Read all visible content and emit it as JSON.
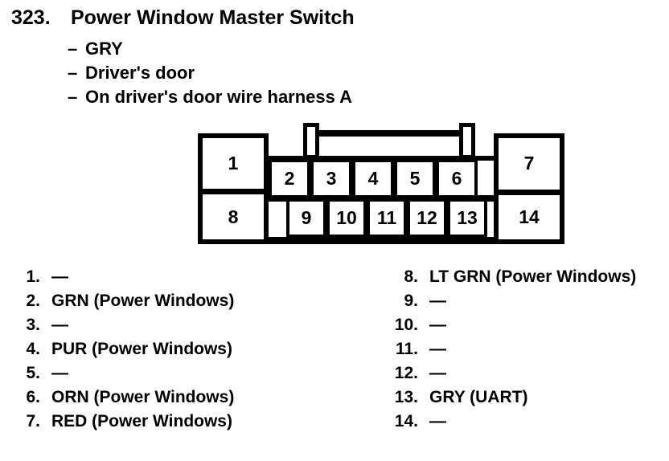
{
  "colors": {
    "ink": "#000000",
    "paper": "#ffffff"
  },
  "header": {
    "section_number": "323.",
    "title": "Power Window Master Switch"
  },
  "bullet_char": "–",
  "details": [
    "GRY",
    "Driver's door",
    "On driver's door wire harness A"
  ],
  "connector": {
    "description": "14-pin connector, front view, with top latch",
    "pins": [
      "1",
      "2",
      "3",
      "4",
      "5",
      "6",
      "7",
      "8",
      "9",
      "10",
      "11",
      "12",
      "13",
      "14"
    ]
  },
  "pin_list": {
    "left": [
      {
        "num": "1.",
        "label": "—"
      },
      {
        "num": "2.",
        "label": "GRN (Power Windows)"
      },
      {
        "num": "3.",
        "label": "—"
      },
      {
        "num": "4.",
        "label": "PUR (Power Windows)"
      },
      {
        "num": "5.",
        "label": "—"
      },
      {
        "num": "6.",
        "label": "ORN (Power Windows)"
      },
      {
        "num": "7.",
        "label": "RED (Power Windows)"
      }
    ],
    "right": [
      {
        "num": "8.",
        "label": "LT GRN (Power Windows)"
      },
      {
        "num": "9.",
        "label": "—"
      },
      {
        "num": "10.",
        "label": "—"
      },
      {
        "num": "11.",
        "label": "—"
      },
      {
        "num": "12.",
        "label": "—"
      },
      {
        "num": "13.",
        "label": "GRY (UART)"
      },
      {
        "num": "14.",
        "label": "—"
      }
    ]
  }
}
